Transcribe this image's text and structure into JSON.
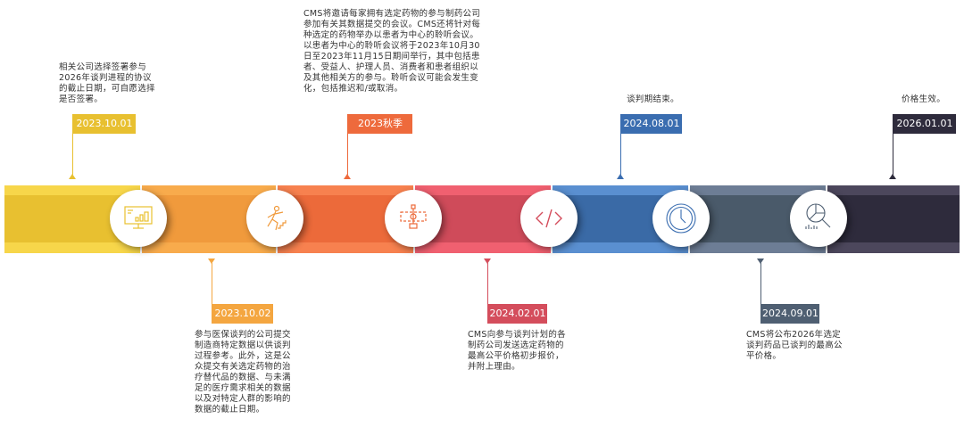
{
  "events": [
    {
      "date": "2023.10.01",
      "text": "相关公司选择签署参与2026年谈判进程的协议的截止日期，可自愿选择是否签署。",
      "color": "#e8c030",
      "icon": "monitor-chart-icon"
    },
    {
      "date": "2023.10.02",
      "text": "参与医保谈判的公司提交制造商特定数据以供谈判过程参考。此外，这是公众提交有关选定药物的治疗替代品的数据、与未满足的医疗需求相关的数据以及对特定人群的影响的数据的截止日期。",
      "color": "#f4a640",
      "icon": "running-person-stairs-icon"
    },
    {
      "date": "2023秋季",
      "text": "CMS将邀请每家拥有选定药物的参与制药公司参加有关其数据提交的会议。CMS还将针对每种选定的药物举办以患者为中心的聆听会议。以患者为中心的聆听会议将于2023年10月30日至2023年11月15日期间举行，其中包括患者、受益人、护理人员、消费者和患者组织以及其他相关方的参与。聆听会议可能会发生变化，包括推迟和/或取消。",
      "color": "#ee6a3c",
      "icon": "flowchart-icon"
    },
    {
      "date": "2024.02.01",
      "text": "CMS向参与谈判计划的各制药公司发送选定药物的最高公平价格初步报价，并附上理由。",
      "color": "#d44d5c",
      "icon": "code-icon"
    },
    {
      "date": "2024.08.01",
      "text": "谈判期结束。",
      "color": "#3a6db0",
      "icon": "clock-icon"
    },
    {
      "date": "2024.09.01",
      "text": "CMS将公布2026年选定谈判药品已谈判的最高公平价格。",
      "color": "#4f5f72",
      "icon": "chart-search-icon"
    },
    {
      "date": "2026.01.01",
      "text": "价格生效。",
      "color": "#2e2b3c",
      "icon": ""
    }
  ]
}
